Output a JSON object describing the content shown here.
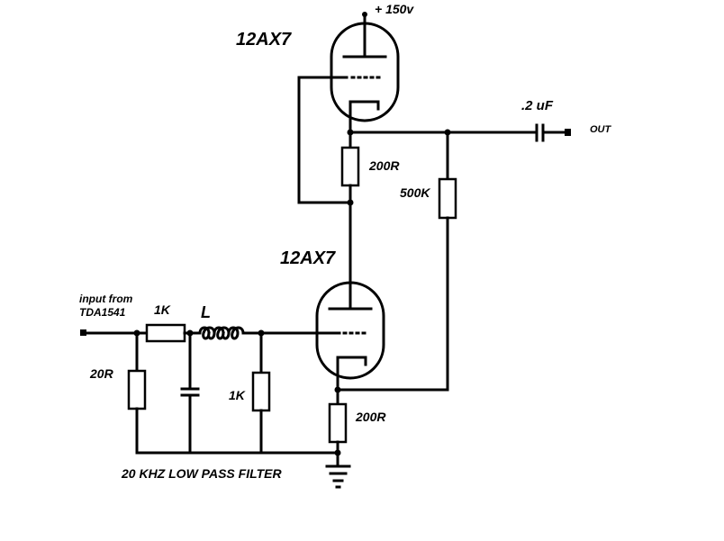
{
  "supply": {
    "label": "+ 150v"
  },
  "tubes": {
    "upper": "12AX7",
    "lower": "12AX7"
  },
  "components": {
    "r_upper_cathode": "200R",
    "r_feedback": "500K",
    "r_lower_cathode": "200R",
    "r_series_input": "1K",
    "r_input_shunt": "20R",
    "r_grid": "1K",
    "inductor": "L",
    "output_cap": ".2 uF"
  },
  "terminals": {
    "output": "OUT",
    "input_line1": "input from",
    "input_line2": "TDA1541"
  },
  "caption": "20 KHZ LOW PASS FILTER"
}
